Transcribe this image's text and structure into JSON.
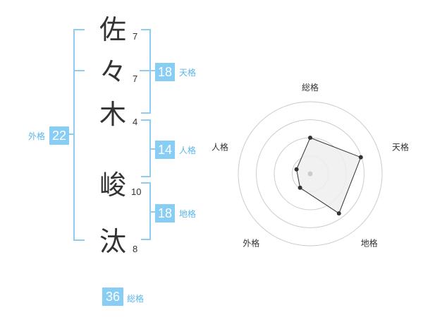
{
  "name": {
    "chars": [
      {
        "char": "佐",
        "strokes": "7"
      },
      {
        "char": "々",
        "strokes": "7"
      },
      {
        "char": "木",
        "strokes": "4"
      },
      {
        "char": "峻",
        "strokes": "10"
      },
      {
        "char": "汰",
        "strokes": "8"
      }
    ]
  },
  "kakusu": {
    "tenkaku": {
      "value": "18",
      "label": "天格"
    },
    "jinkaku": {
      "value": "14",
      "label": "人格"
    },
    "chikaku": {
      "value": "18",
      "label": "地格"
    },
    "gaikaku": {
      "value": "22",
      "label": "外格"
    },
    "soukaku": {
      "value": "36",
      "label": "総格"
    }
  },
  "chart_data": {
    "type": "radar",
    "axes": [
      "総格",
      "天格",
      "地格",
      "外格",
      "人格"
    ],
    "values": [
      2.5,
      3.7,
      3.4,
      1.2,
      1.0
    ],
    "rmax": 5,
    "rings": 4,
    "colors": {
      "fill": "#eeeeee",
      "line": "#333333",
      "grid": "#cccccc",
      "center": "#cccccc"
    }
  }
}
